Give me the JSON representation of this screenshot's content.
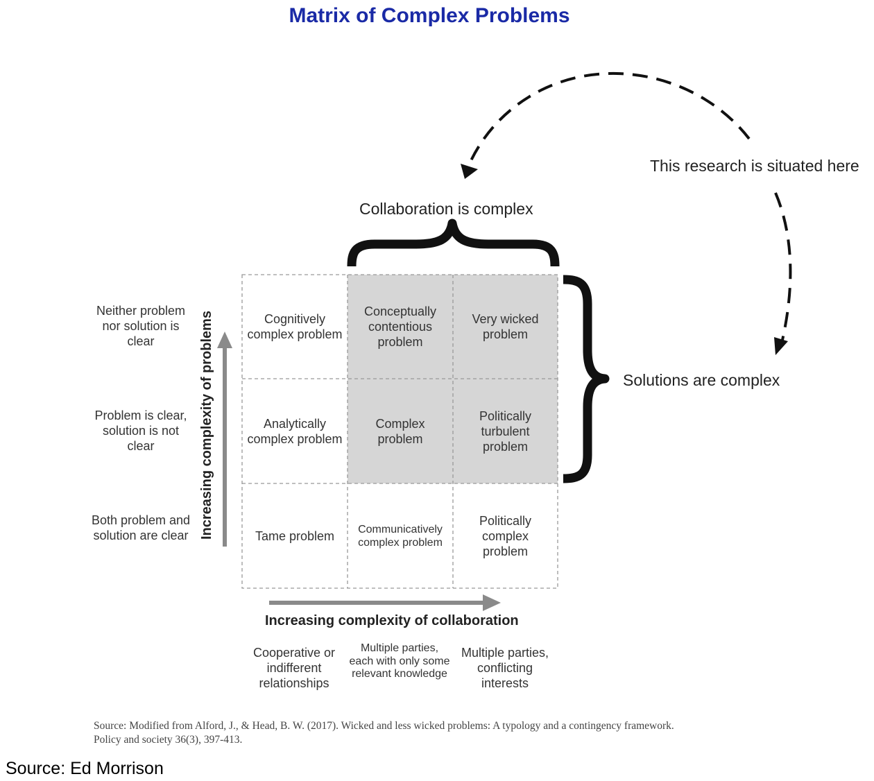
{
  "title": "Matrix of Complex Problems",
  "callout": "This research is situated here",
  "top_brace_label": "Collaboration is complex",
  "right_brace_label": "Solutions are complex",
  "y_axis_label": "Increasing complexity of problems",
  "x_axis_label": "Increasing complexity of collaboration",
  "row_labels": [
    "Neither problem nor solution is clear",
    "Problem is clear, solution is not clear",
    "Both problem and solution are clear"
  ],
  "column_labels": [
    "Cooperative or indifferent relationships",
    "Multiple parties, each with only some relevant knowledge",
    "Multiple parties, conflicting interests"
  ],
  "cells": [
    [
      "Cognitively complex problem",
      "Conceptually contentious problem",
      "Very wicked problem"
    ],
    [
      "Analytically complex problem",
      "Complex problem",
      "Politically turbulent problem"
    ],
    [
      "Tame problem",
      "Communicatively complex problem",
      "Politically complex problem"
    ]
  ],
  "shaded_cells": [
    [
      0,
      1
    ],
    [
      0,
      2
    ],
    [
      1,
      1
    ],
    [
      1,
      2
    ]
  ],
  "source_citation": "Source: Modified from Alford, J., & Head, B. W. (2017). Wicked and less wicked problems: A typology and a contingency framework. Policy and society 36(3), 397-413.",
  "credit": "Source: Ed Morrison",
  "colors": {
    "title": "#1a2aa6",
    "shaded": "#d6d6d6",
    "arrow": "#8a8a8a",
    "grid": "#999999"
  }
}
